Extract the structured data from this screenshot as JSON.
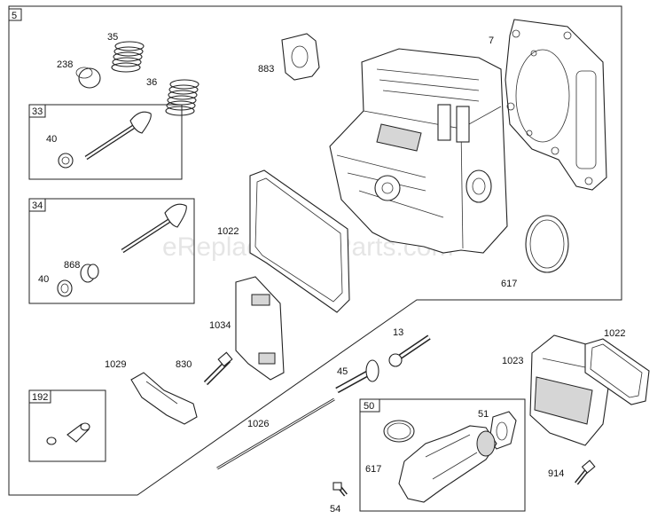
{
  "watermark": "eReplacementParts.com",
  "group_boxes": {
    "main": "5",
    "valve_33": "33",
    "valve_34": "34",
    "sub_192": "192",
    "sub_50": "50"
  },
  "part_labels": {
    "p35": "35",
    "p238": "238",
    "p36": "36",
    "p40a": "40",
    "p868": "868",
    "p40b": "40",
    "p883": "883",
    "p7": "7",
    "p1022a": "1022",
    "p617a": "617",
    "p1034": "1034",
    "p13": "13",
    "p1022b": "1022",
    "p1029": "1029",
    "p830": "830",
    "p45": "45",
    "p1023": "1023",
    "p1026": "1026",
    "p51": "51",
    "p617b": "617",
    "p914": "914",
    "p54": "54"
  }
}
